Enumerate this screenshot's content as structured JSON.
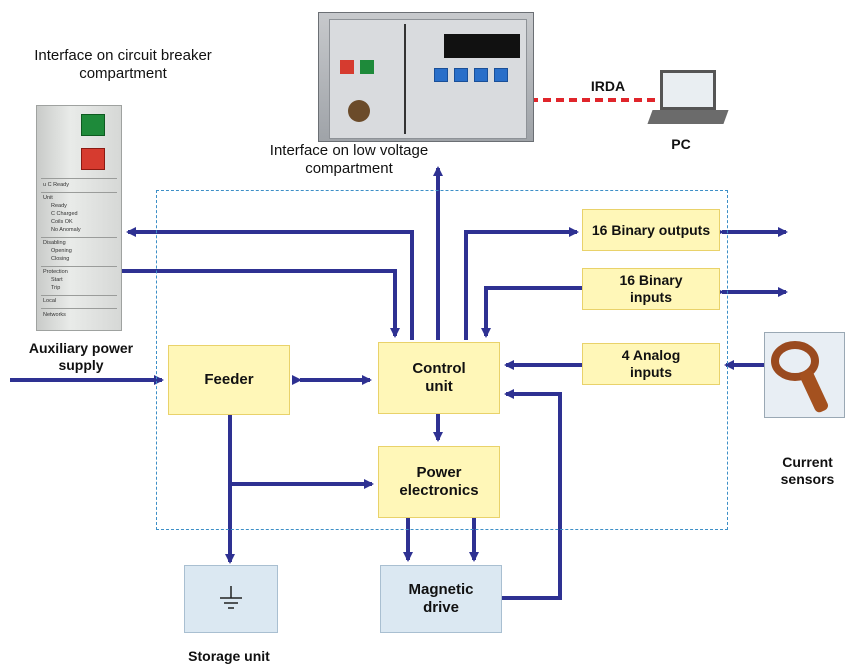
{
  "labels": {
    "interface_cb": "Interface on circuit breaker compartment",
    "interface_lv": "Interface on low voltage compartment",
    "irda": "IRDA",
    "pc": "PC",
    "aux_power": "Auxiliary power supply",
    "current_sensors": "Current sensors",
    "storage_unit": "Storage unit"
  },
  "boxes": {
    "binary_outputs": "16 Binary outputs",
    "binary_inputs": "16 Binary inputs",
    "analog_inputs": "4 Analog inputs",
    "feeder": "Feeder",
    "control_unit": "Control unit",
    "power_electronics": "Power electronics",
    "magnetic_drive": "Magnetic drive"
  },
  "panel_rows": [
    "u C Ready",
    "Unit",
    "Ready",
    "C Charged",
    "Coils OK",
    "No Anomaly",
    "Disabling",
    "Opening",
    "Closing",
    "Protection",
    "Start",
    "Trip",
    "Local",
    "Networks"
  ],
  "colors": {
    "arrow": "#2e3192",
    "box_fill": "#fff7b8",
    "blue_box_fill": "#dbe8f2",
    "dashed_border": "#3d8fc7",
    "irda_link": "#e0252b"
  },
  "icons": {
    "ground": "ground-symbol-icon"
  }
}
